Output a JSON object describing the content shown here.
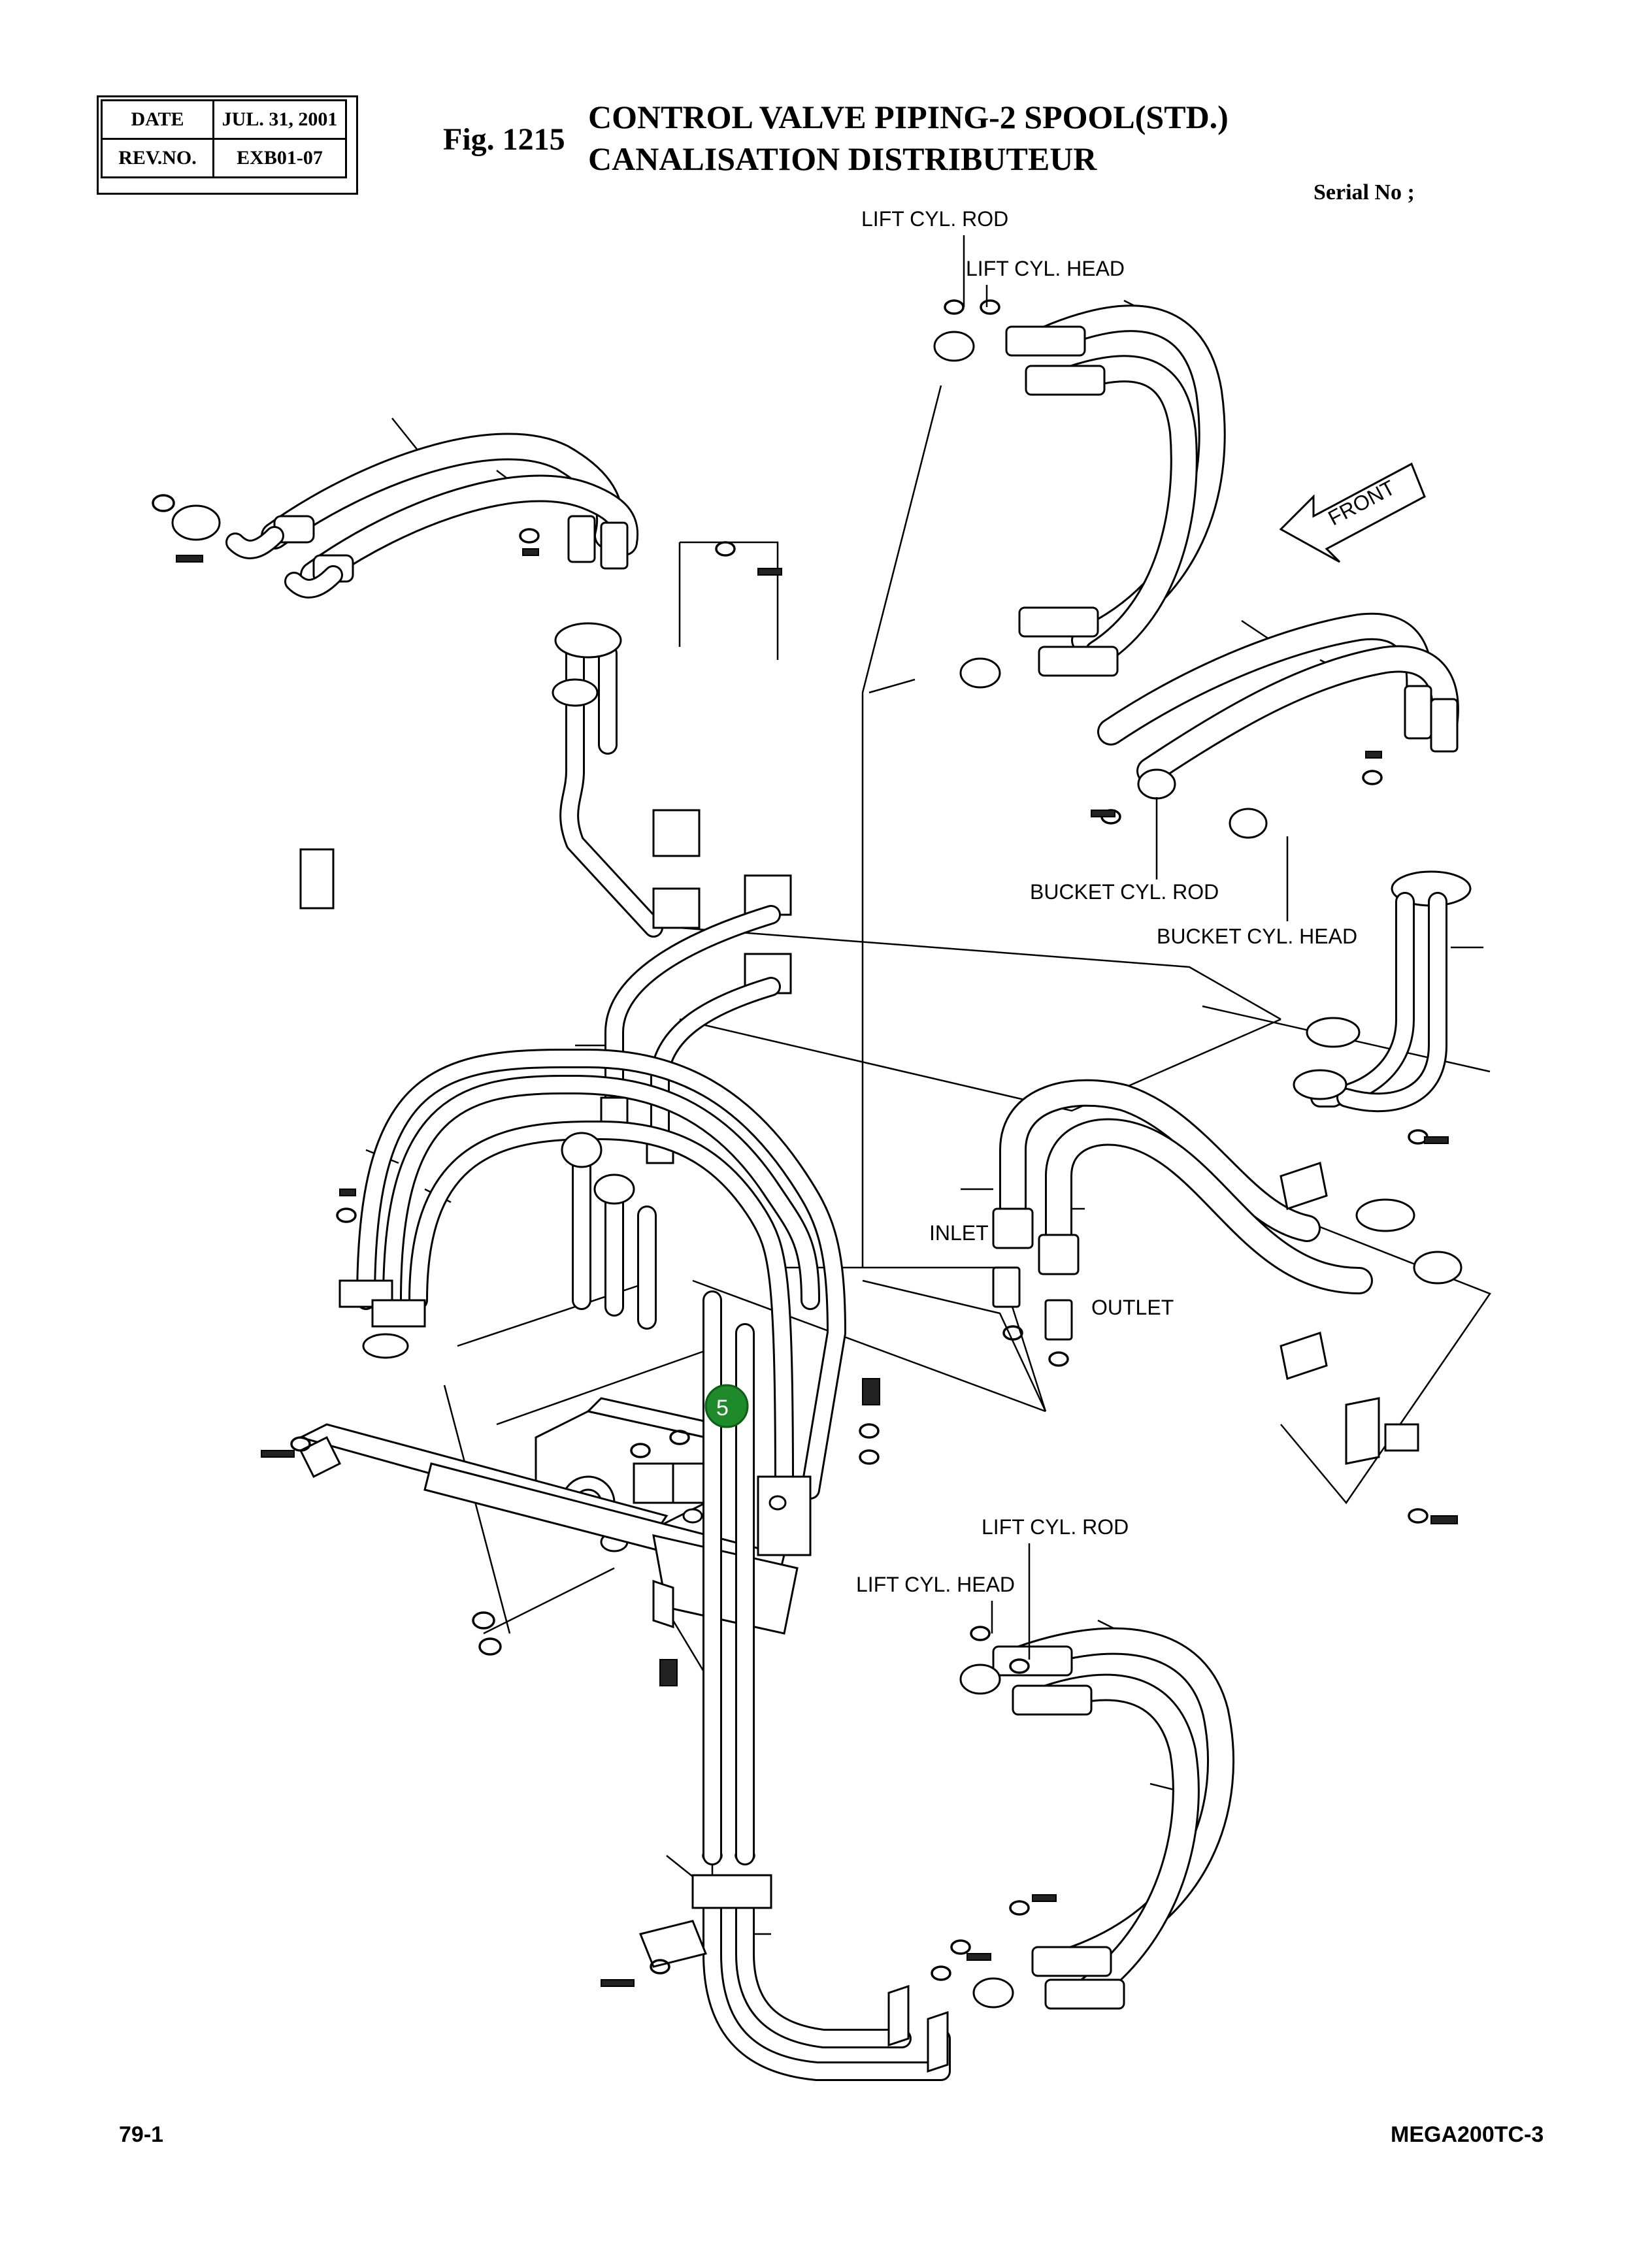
{
  "header": {
    "date_label": "DATE",
    "date_value": "JUL. 31, 2001",
    "rev_label": "REV.NO.",
    "rev_value": "EXB01-07",
    "fig_label": "Fig. 1215",
    "title_en": "CONTROL VALVE PIPING-2 SPOOL(STD.)",
    "title_fr": "CANALISATION DISTRIBUTEUR",
    "serial_label": "Serial No ;"
  },
  "diagram": {
    "labels": {
      "lift_cyl_rod_top": "LIFT CYL. ROD",
      "lift_cyl_head_top": "LIFT CYL. HEAD",
      "front": "FRONT",
      "bucket_cyl_rod": "BUCKET CYL. ROD",
      "bucket_cyl_head": "BUCKET CYL. HEAD",
      "inlet": "INLET",
      "outlet": "OUTLET",
      "lift_cyl_rod_bottom": "LIFT CYL. ROD",
      "lift_cyl_head_bottom": "LIFT CYL. HEAD"
    },
    "callout": {
      "number": "5",
      "color": "#1f8a2a"
    }
  },
  "footer": {
    "page_number": "79-1",
    "model": "MEGA200TC-3"
  }
}
